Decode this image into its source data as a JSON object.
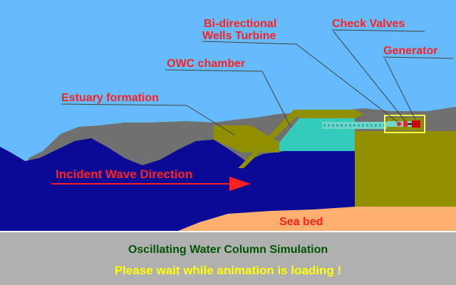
{
  "labels": {
    "turbine_line1": "Bi-directional",
    "turbine_line2": "Wells Turbine",
    "check_valves": "Check Valves",
    "generator": "Generator",
    "owc_chamber": "OWC chamber",
    "estuary": "Estuary formation",
    "wave_direction": "Incident Wave Direction",
    "sea_bed": "Sea bed"
  },
  "status": {
    "title": "Oscillating Water Column Simulation",
    "message": "Please wait while animation is loading !"
  },
  "colors": {
    "sky": "#66bbff",
    "rock": "#707070",
    "sea": "#0a0a96",
    "sea_bed": "#ffb070",
    "structure": "#8f8f00",
    "chamber_water": "#33ccbb",
    "label": "#ff2020",
    "status_bg": "#b0b0b0",
    "title_text": "#005500",
    "message_text": "#ffff00"
  }
}
